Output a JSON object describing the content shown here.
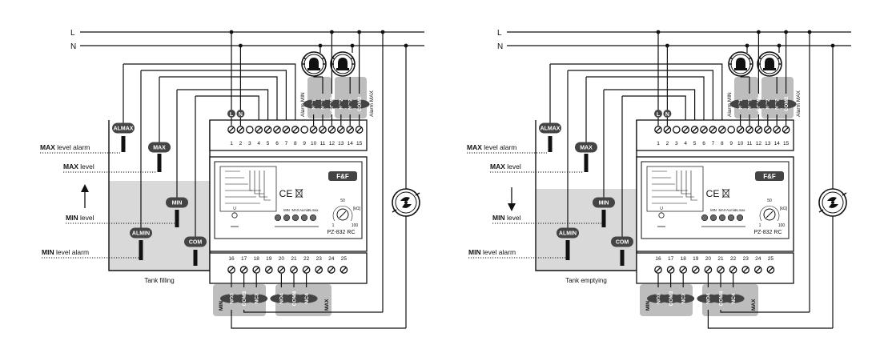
{
  "lines": {
    "L": "L",
    "N": "N"
  },
  "panels": [
    {
      "id": "left",
      "caption": "Tank filling",
      "direction": "up",
      "water_level": "high",
      "active_outputs": "min"
    },
    {
      "id": "right",
      "caption": "Tank emptying",
      "direction": "down",
      "water_level": "low",
      "active_outputs": "max"
    }
  ],
  "level_labels": {
    "max_alarm_bold": "MAX",
    "max_alarm_rest": " level alarm",
    "max_bold": "MAX",
    "max_rest": " level",
    "min_bold": "MIN",
    "min_rest": " level",
    "min_alarm_bold": "MIN",
    "min_alarm_rest": " level alarm"
  },
  "probes": {
    "al_max": "ALMAX",
    "max": "MAX",
    "min": "MIN",
    "al_min": "ALMIN",
    "com": "COM"
  },
  "device": {
    "brand": "F&F",
    "model": "PZ-832 RC",
    "ce_mark": "CE",
    "dial_label": "[kΩ]",
    "dial_min": "1",
    "dial_max": "100",
    "dial_mid": "50",
    "led_u": "U",
    "leds": [
      "",
      "MIN",
      "MAX",
      "ALmin",
      "ALmax"
    ],
    "top_terminals": [
      "1",
      "2",
      "3",
      "4",
      "5",
      "6",
      "7",
      "8",
      "9",
      "10",
      "11",
      "12",
      "13",
      "14",
      "15"
    ],
    "bottom_terminals": [
      "16",
      "17",
      "18",
      "19",
      "20",
      "21",
      "22",
      "23",
      "24",
      "25"
    ],
    "top_tag_L": "L",
    "top_tag_N": "N",
    "alarm_min_contacts": [
      "NC1",
      "NO1",
      "COM1"
    ],
    "alarm_max_contacts": [
      "NC2",
      "NO2",
      "COM2"
    ],
    "alarm_min_label": "Alarm MIN",
    "alarm_max_label": "Alarm MAX",
    "min_contacts": [
      "NO3",
      "COM3",
      "NC3"
    ],
    "max_contacts": [
      "NO4",
      "COM4",
      "NC4"
    ],
    "min_side_label": "MIN",
    "max_side_label": "MAX"
  },
  "colors": {
    "line": "#111111",
    "water": "#d9d9d9",
    "tag": "#444444",
    "panel": "#bdbdbd"
  }
}
